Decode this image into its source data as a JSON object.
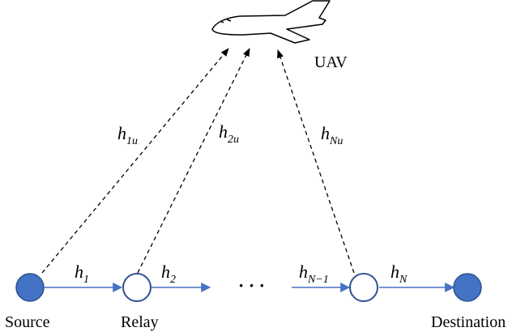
{
  "nodes": {
    "source": {
      "label": "Source"
    },
    "relay": {
      "label": "Relay"
    },
    "destination": {
      "label": "Destination"
    },
    "uav": {
      "label": "UAV"
    }
  },
  "links": {
    "h1": {
      "base": "h",
      "sub": "1"
    },
    "h2": {
      "base": "h",
      "sub": "2"
    },
    "hN1": {
      "base": "h",
      "sub": "N−1"
    },
    "hN": {
      "base": "h",
      "sub": "N"
    },
    "h1u": {
      "base": "h",
      "sub": "1u"
    },
    "h2u": {
      "base": "h",
      "sub": "2u"
    },
    "hNu": {
      "base": "h",
      "sub": "Nu"
    }
  },
  "ellipsis": "· · ·",
  "colors": {
    "node_fill": "#4472c4",
    "node_stroke": "#2f528f",
    "link_color": "#4472c4",
    "dashed_color": "#000000"
  }
}
